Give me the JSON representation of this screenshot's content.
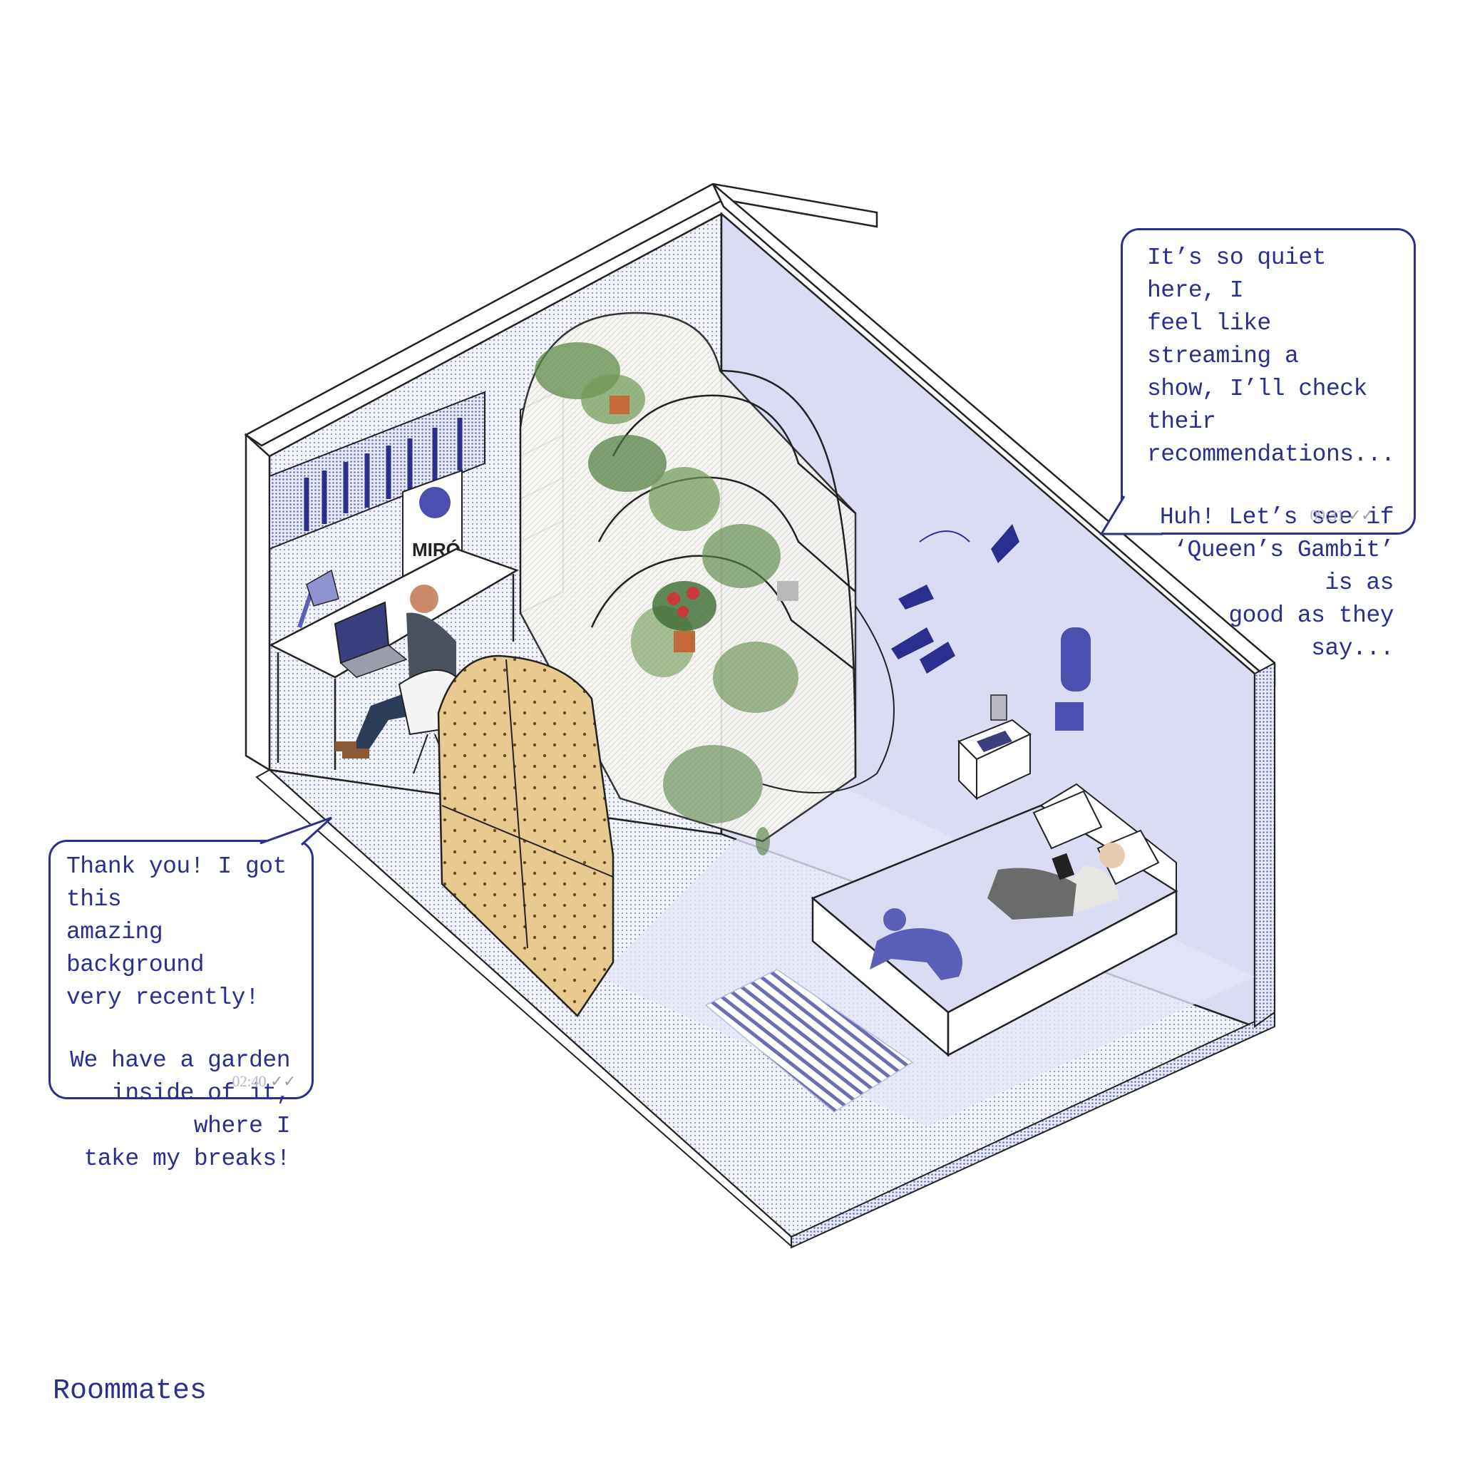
{
  "caption": "Roommates",
  "bubbles": {
    "right": {
      "paragraph_1": "It’s so quiet here, I\nfeel like streaming a\nshow, I’ll check their\nrecommendations...",
      "paragraph_2": "Huh! Let’s see if\n‘Queen’s Gambit’ is as\ngood as they say...",
      "time": "09:31",
      "status_icon": "double-check-icon"
    },
    "left": {
      "paragraph_1": "Thank you! I got this\namazing background\nvery recently!",
      "paragraph_2": "We have a garden\ninside of it, where I\ntake my breaks!",
      "time": "02:40",
      "status_icon": "double-check-icon"
    }
  },
  "poster": {
    "text": "MIRÓ"
  },
  "colors": {
    "ink": "#2b2f8f",
    "wall_tint": "#dcdff5",
    "floor_tint": "#e4e6f6",
    "wood": "#e6c58c",
    "plants": "#5f8a4a",
    "outline": "#1e1e2a"
  }
}
